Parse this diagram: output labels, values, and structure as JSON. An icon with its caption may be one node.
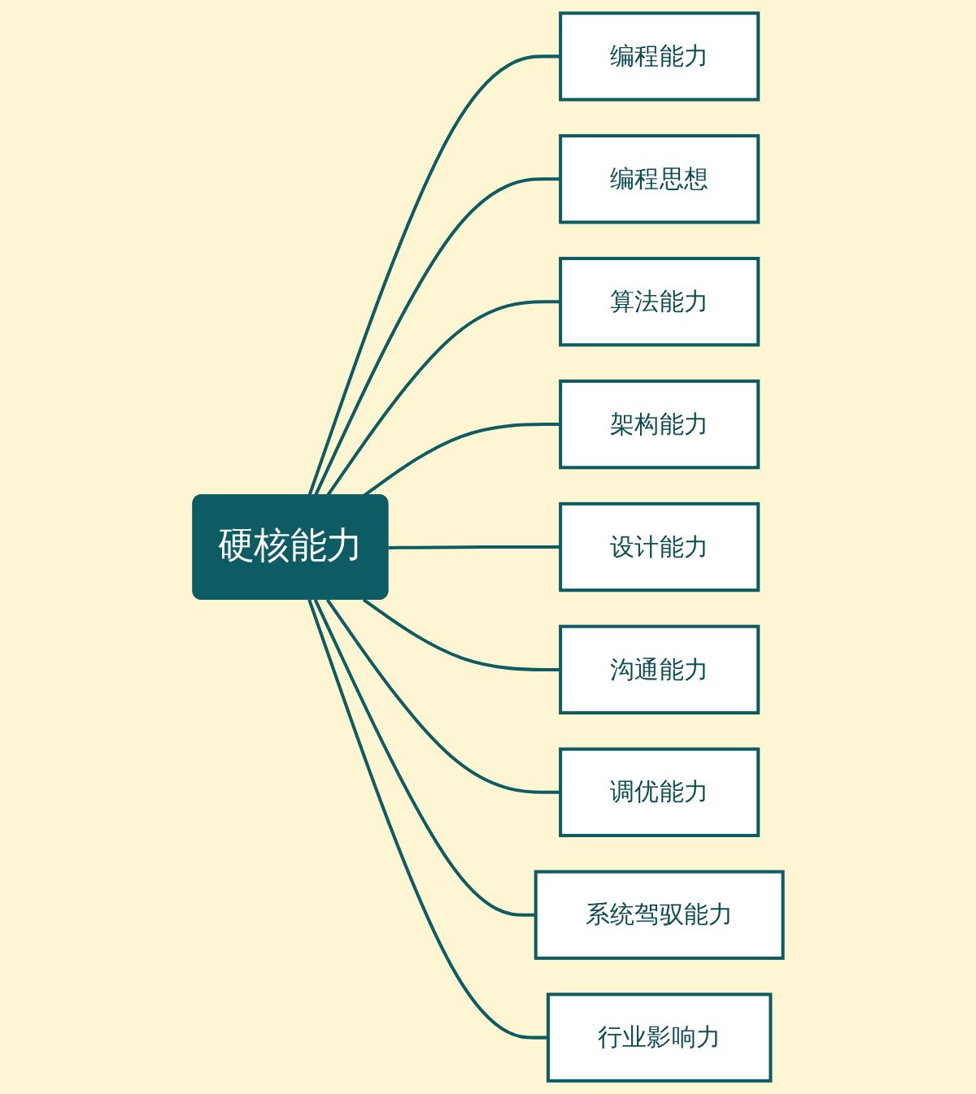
{
  "diagram": {
    "nodes": [
      {
        "text": [
          "硬核能力"
        ]
      },
      {
        "text": [
          "编程能力"
        ]
      },
      {
        "text": [
          "编程思想"
        ]
      },
      {
        "text": [
          "算法能力"
        ]
      },
      {
        "text": [
          "架构能力"
        ]
      },
      {
        "text": [
          "设计能力"
        ]
      },
      {
        "text": [
          "沟通能力"
        ]
      },
      {
        "text": [
          "调优能力"
        ]
      },
      {
        "text": [
          "系统驾驭能力"
        ]
      },
      {
        "text": [
          "行业影响力"
        ]
      }
    ],
    "edges": [
      {
        "from": 0,
        "to": 1,
        "arrow": "none"
      },
      {
        "from": 0,
        "to": 2,
        "arrow": "none"
      },
      {
        "from": 0,
        "to": 3,
        "arrow": "none"
      },
      {
        "from": 0,
        "to": 4,
        "arrow": "none"
      },
      {
        "from": 0,
        "to": 5,
        "arrow": "none"
      },
      {
        "from": 0,
        "to": 6,
        "arrow": "none"
      },
      {
        "from": 0,
        "to": 7,
        "arrow": "none"
      },
      {
        "from": 0,
        "to": 8,
        "arrow": "none"
      },
      {
        "from": 0,
        "to": 9,
        "arrow": "none"
      }
    ]
  }
}
